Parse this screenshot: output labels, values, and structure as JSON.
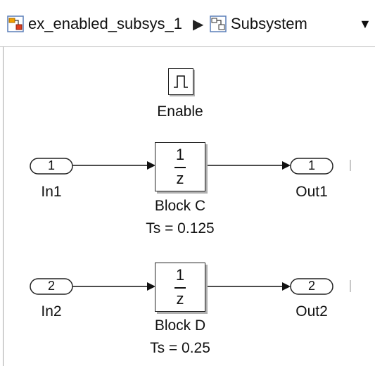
{
  "breadcrumb": {
    "model_name": "ex_enabled_subsys_1",
    "separator": "▶",
    "subsystem_name": "Subsystem",
    "dropdown_arrow": "▼",
    "model_icon": "model-icon",
    "subsystem_icon": "subsystem-icon"
  },
  "diagram": {
    "enable": {
      "label": "Enable",
      "icon": "pulse-icon"
    },
    "inports": [
      {
        "number": "1",
        "label": "In1"
      },
      {
        "number": "2",
        "label": "In2"
      }
    ],
    "outports": [
      {
        "number": "1",
        "label": "Out1"
      },
      {
        "number": "2",
        "label": "Out2"
      }
    ],
    "blocks": [
      {
        "numerator": "1",
        "denominator": "z",
        "name": "Block C",
        "sample_time": "Ts = 0.125"
      },
      {
        "numerator": "1",
        "denominator": "z",
        "name": "Block D",
        "sample_time": "Ts = 0.25"
      }
    ]
  }
}
